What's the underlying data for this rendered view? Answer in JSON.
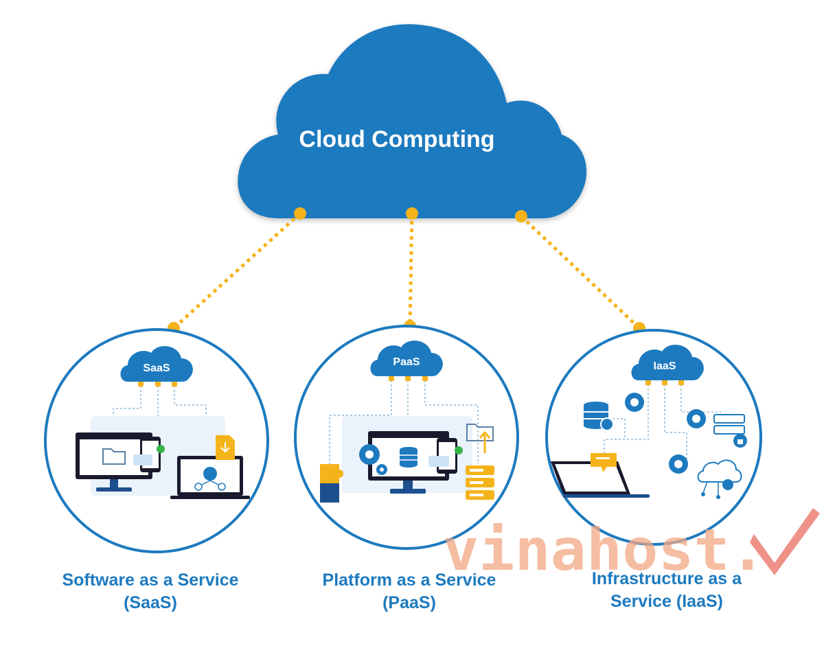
{
  "main_cloud": {
    "label": "Cloud Computing"
  },
  "services": [
    {
      "cloud_label": "SaaS",
      "label_line1": "Software as a Service",
      "label_line2": "(SaaS)"
    },
    {
      "cloud_label": "PaaS",
      "label_line1": "Platform as a Service",
      "label_line2": "(PaaS)"
    },
    {
      "cloud_label": "IaaS",
      "label_line1": "Infrastructure as a",
      "label_line2": "Service (IaaS)"
    }
  ],
  "watermark": {
    "text": "vinahost."
  },
  "colors": {
    "cloud_blue": "#1d7abf",
    "connector_gold": "#f5b31b",
    "label_blue": "#1d7abf",
    "watermark": "#f2a784"
  },
  "icons": {
    "saas": [
      "monitor-icon",
      "folder-icon",
      "phone-icon",
      "laptop-icon",
      "user-network-icon",
      "download-file-icon"
    ],
    "paas": [
      "monitor-icon",
      "gear-icon",
      "database-icon",
      "phone-icon",
      "puzzle-icon",
      "server-stack-icon",
      "folder-upload-icon"
    ],
    "iaas": [
      "database-icon",
      "gear-icon",
      "server-lock-icon",
      "laptop-icon",
      "chat-icon",
      "cloud-network-icon"
    ]
  }
}
